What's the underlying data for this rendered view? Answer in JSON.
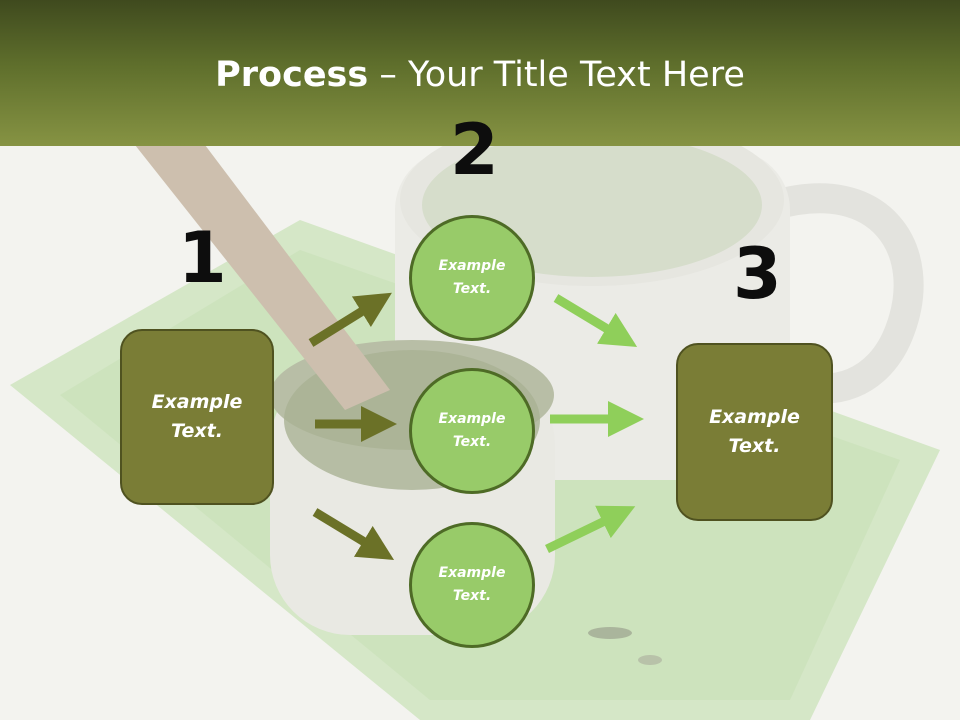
{
  "slide": {
    "title_bold": "Process",
    "title_rest": " – Your Title Text Here"
  },
  "steps": {
    "n1": "1",
    "n2": "2",
    "n3": "3"
  },
  "left_box": "Example Text.",
  "circles": [
    "Example Text.",
    "Example Text.",
    "Example Text."
  ],
  "right_box": "Example Text.",
  "colors": {
    "header_dark": "#3f4a1e",
    "header_light": "#869343",
    "box_fill": "#7a7d36",
    "circle_fill": "#98cb69",
    "arrow_dark": "#6b7127",
    "arrow_light": "#8fcf5a"
  }
}
